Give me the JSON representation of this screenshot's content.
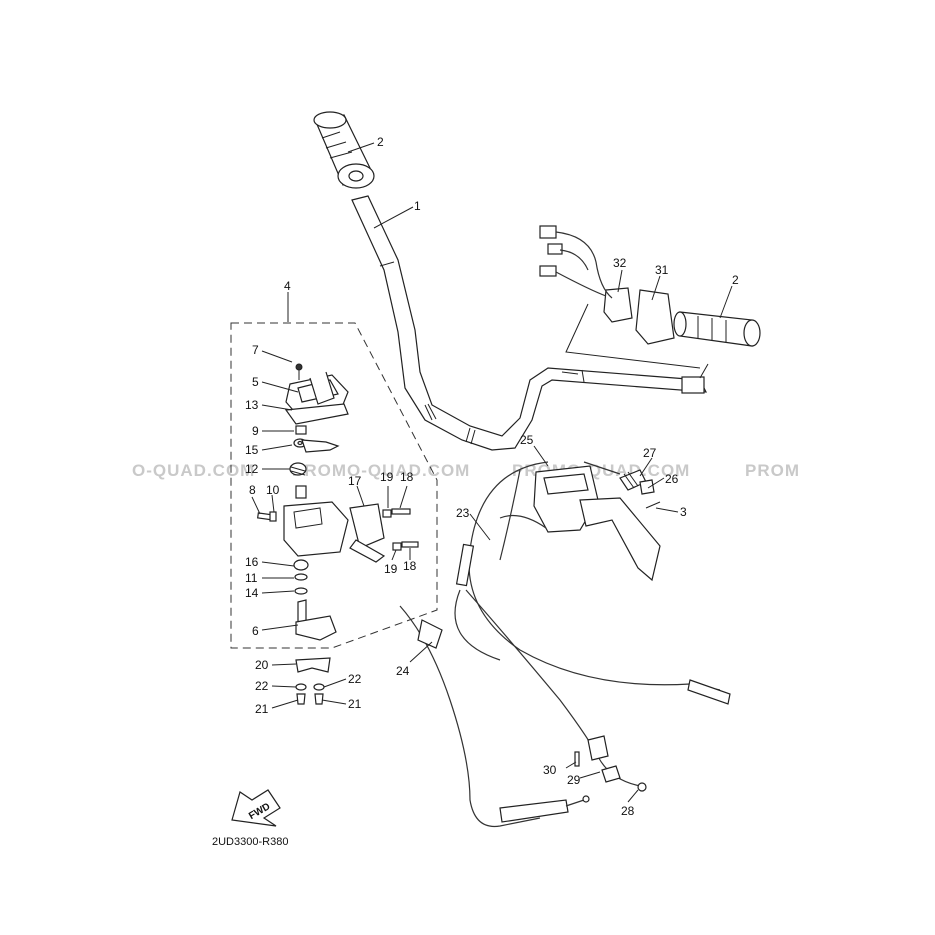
{
  "watermarks": [
    "O-QUAD.COM",
    "PROMO-QUAD.COM",
    "PROMO-QUAD.COM",
    "PROM"
  ],
  "diagram_code": "2UD3300-R380",
  "arrow_label": "FWD",
  "labels": {
    "l1": "1",
    "l2a": "2",
    "l2b": "2",
    "l3": "3",
    "l4": "4",
    "l5": "5",
    "l6": "6",
    "l7": "7",
    "l8": "8",
    "l9": "9",
    "l10": "10",
    "l11": "11",
    "l12": "12",
    "l13": "13",
    "l14": "14",
    "l15": "15",
    "l16": "16",
    "l17": "17",
    "l18a": "18",
    "l18b": "18",
    "l19a": "19",
    "l19b": "19",
    "l20": "20",
    "l21a": "21",
    "l21b": "21",
    "l22a": "22",
    "l22b": "22",
    "l23": "23",
    "l24": "24",
    "l25": "25",
    "l26": "26",
    "l27": "27",
    "l28": "28",
    "l29": "29",
    "l30": "30",
    "l31": "31",
    "l32": "32"
  }
}
